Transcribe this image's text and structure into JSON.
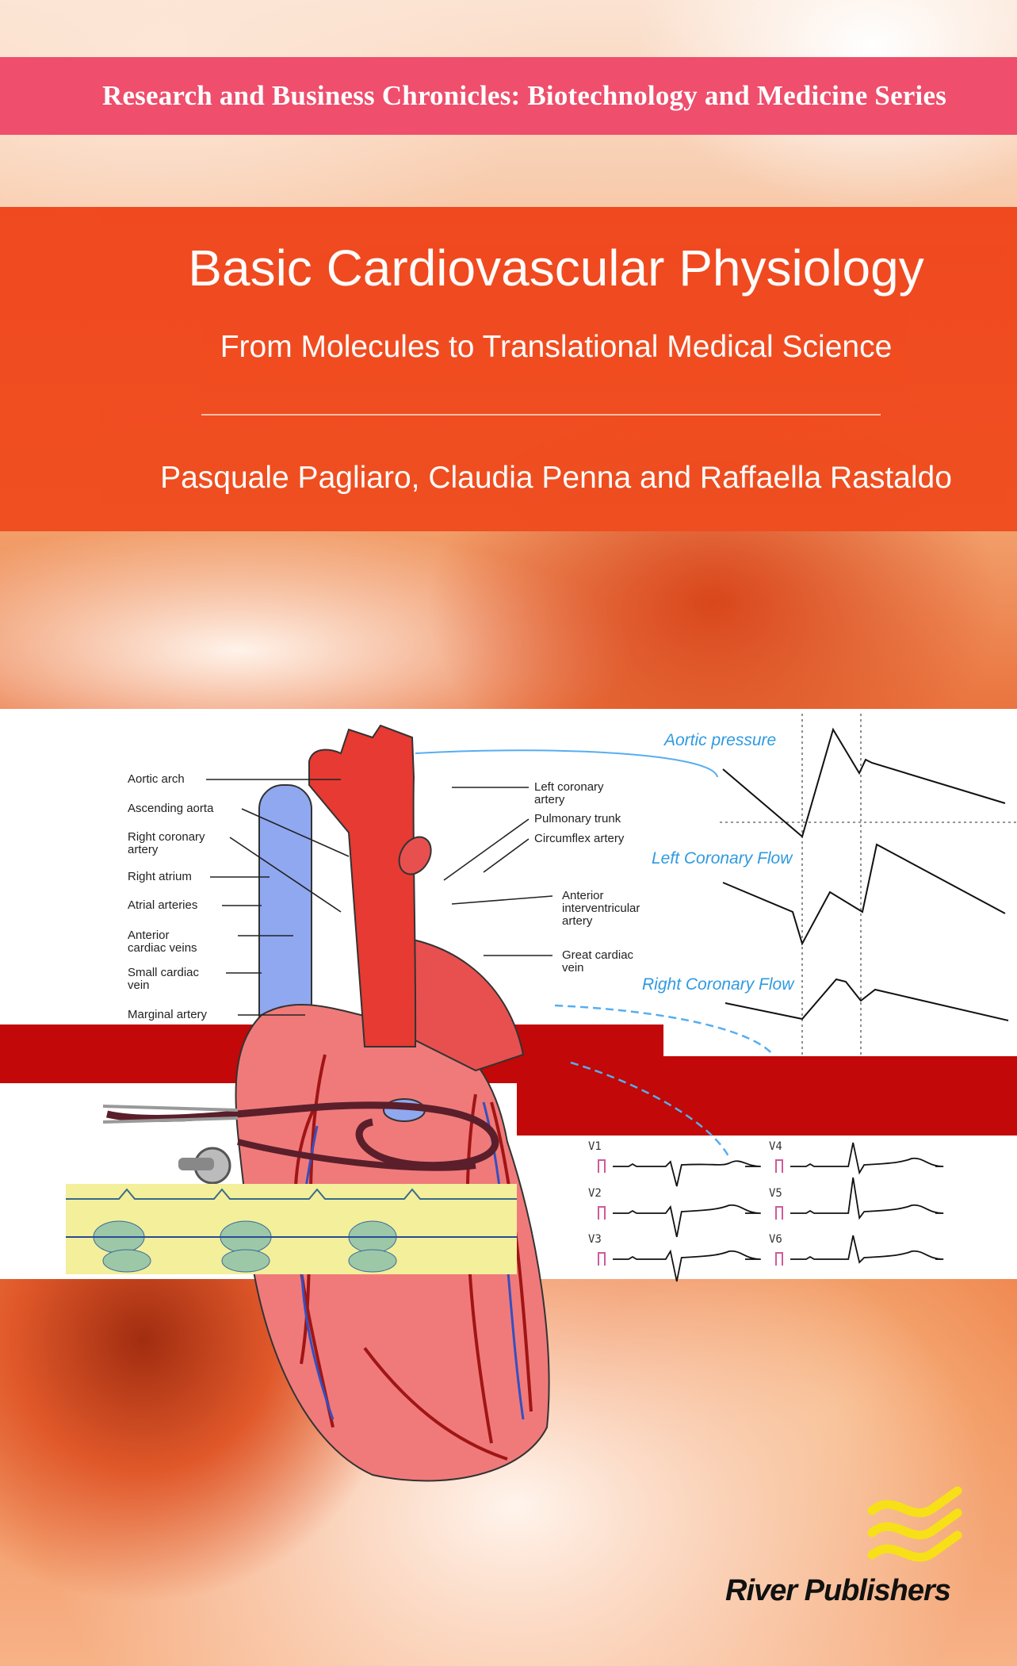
{
  "series": "Research and Business Chronicles: Biotechnology and Medicine Series",
  "title": "Basic Cardiovascular Physiology",
  "subtitle": "From Molecules to Translational Medical Science",
  "authors": "Pasquale Pagliaro, Claudia Penna and Raffaella Rastaldo",
  "heart_labels": {
    "aortic_arch": "Aortic arch",
    "ascending_aorta": "Ascending aorta",
    "right_coronary": "Right coronary\nartery",
    "right_atrium": "Right atrium",
    "atrial_arteries": "Atrial arteries",
    "anterior_cardiac_veins": "Anterior\ncardiac veins",
    "small_cardiac_vein": "Small cardiac\nvein",
    "marginal_artery": "Marginal artery",
    "left_coronary": "Left coronary\nartery",
    "pulmonary_trunk": "Pulmonary trunk",
    "circumflex": "Circumflex artery",
    "anterior_interventricular": "Anterior\ninterventricular\nartery",
    "great_cardiac_vein": "Great cardiac\nvein"
  },
  "waveforms": {
    "aortic": "Aortic  pressure",
    "left": "Left Coronary Flow",
    "right": "Right Coronary Flow"
  },
  "ecg_leads": [
    "V1",
    "V2",
    "V3",
    "V4",
    "V5",
    "V6"
  ],
  "publisher": "River Publishers",
  "colors": {
    "band": "#ef4e6c",
    "title_block": "#f0451c",
    "dark_red": "#c20808",
    "wave_label": "#2f9ae0"
  }
}
